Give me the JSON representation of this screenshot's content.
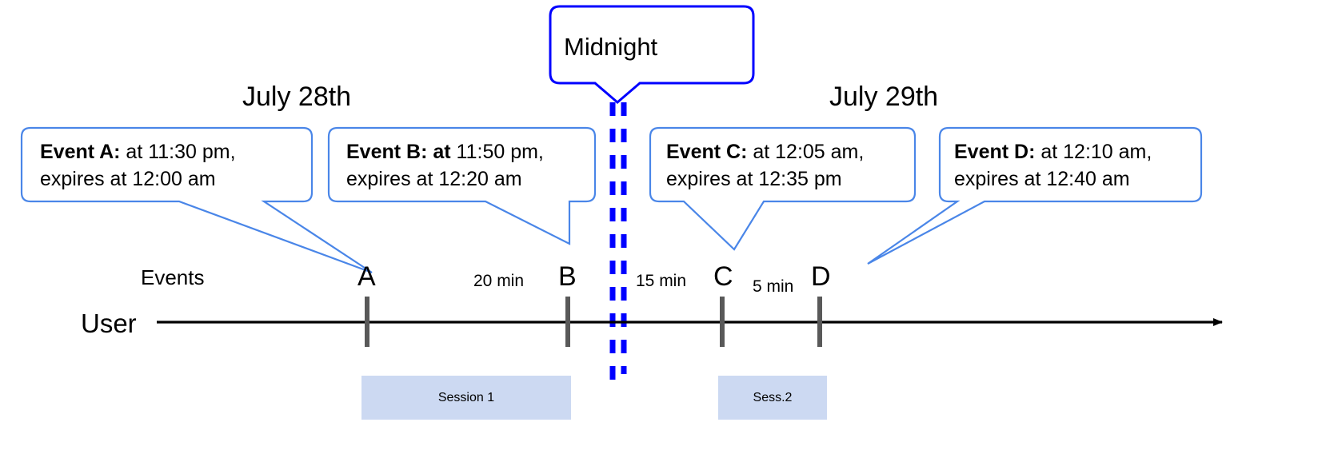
{
  "diagram": {
    "title_callout": {
      "label": "Midnight",
      "color": "#0000ff"
    },
    "dates": [
      {
        "label": "July 28th"
      },
      {
        "label": "July 29th"
      }
    ],
    "row_labels": {
      "events": "Events",
      "user": "User"
    },
    "callouts": [
      {
        "id": "event-a",
        "bold": "Event A:",
        "line1_rest": " at 11:30 pm,",
        "line2": "expires at 12:00 am",
        "border_color": "#4a86e8"
      },
      {
        "id": "event-b",
        "bold": "Event B: at",
        "line1_rest": " 11:50 pm,",
        "line2": "expires at 12:20 am",
        "border_color": "#4a86e8"
      },
      {
        "id": "event-c",
        "bold": "Event C:",
        "line1_rest": " at 12:05 am,",
        "line2": "expires at 12:35 pm",
        "border_color": "#4a86e8"
      },
      {
        "id": "event-d",
        "bold": "Event D:",
        "line1_rest": "  at 12:10 am,",
        "line2": "expires at 12:40 am",
        "border_color": "#4a86e8"
      }
    ],
    "events": [
      {
        "id": "a",
        "label": "A"
      },
      {
        "id": "b",
        "label": "B"
      },
      {
        "id": "c",
        "label": "C"
      },
      {
        "id": "d",
        "label": "D"
      }
    ],
    "intervals": [
      {
        "id": "a-b",
        "label": "20 min"
      },
      {
        "id": "b-c",
        "label": "15 min"
      },
      {
        "id": "c-d",
        "label": "5 min"
      }
    ],
    "sessions": [
      {
        "id": "session-1",
        "label": "Session 1"
      },
      {
        "id": "session-2",
        "label": "Sess.2"
      }
    ],
    "colors": {
      "callout_border": "#4a86e8",
      "midnight_line": "#0000ff",
      "session_fill": "#ccd9f2",
      "axis": "#000000",
      "tick": "#595959"
    }
  }
}
